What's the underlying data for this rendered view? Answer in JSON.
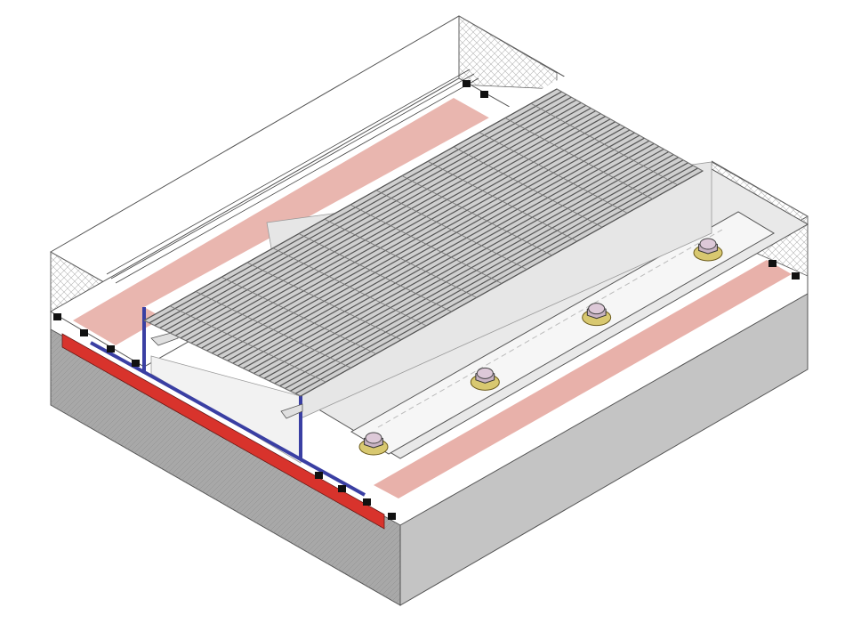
{
  "diagram": {
    "kind": "isometric-cutaway",
    "grating": {
      "length_bars": 30,
      "cross_bars": 16
    },
    "bolts": {
      "count": 4
    },
    "colors": {
      "background": "#ffffff",
      "concrete_top": "#d9d9d9",
      "concrete_side_left": "#a8a8a8",
      "concrete_side_right": "#c4c4c4",
      "channel_blue": "#3a3fa3",
      "bed_red": "#d8332c",
      "pink_strip": "#e5a9a1",
      "grating_grey": "#9a9a9a",
      "bolt_nut": "#c8b3c3",
      "washer": "#d8c870",
      "plate": "#f6f6f6"
    }
  }
}
